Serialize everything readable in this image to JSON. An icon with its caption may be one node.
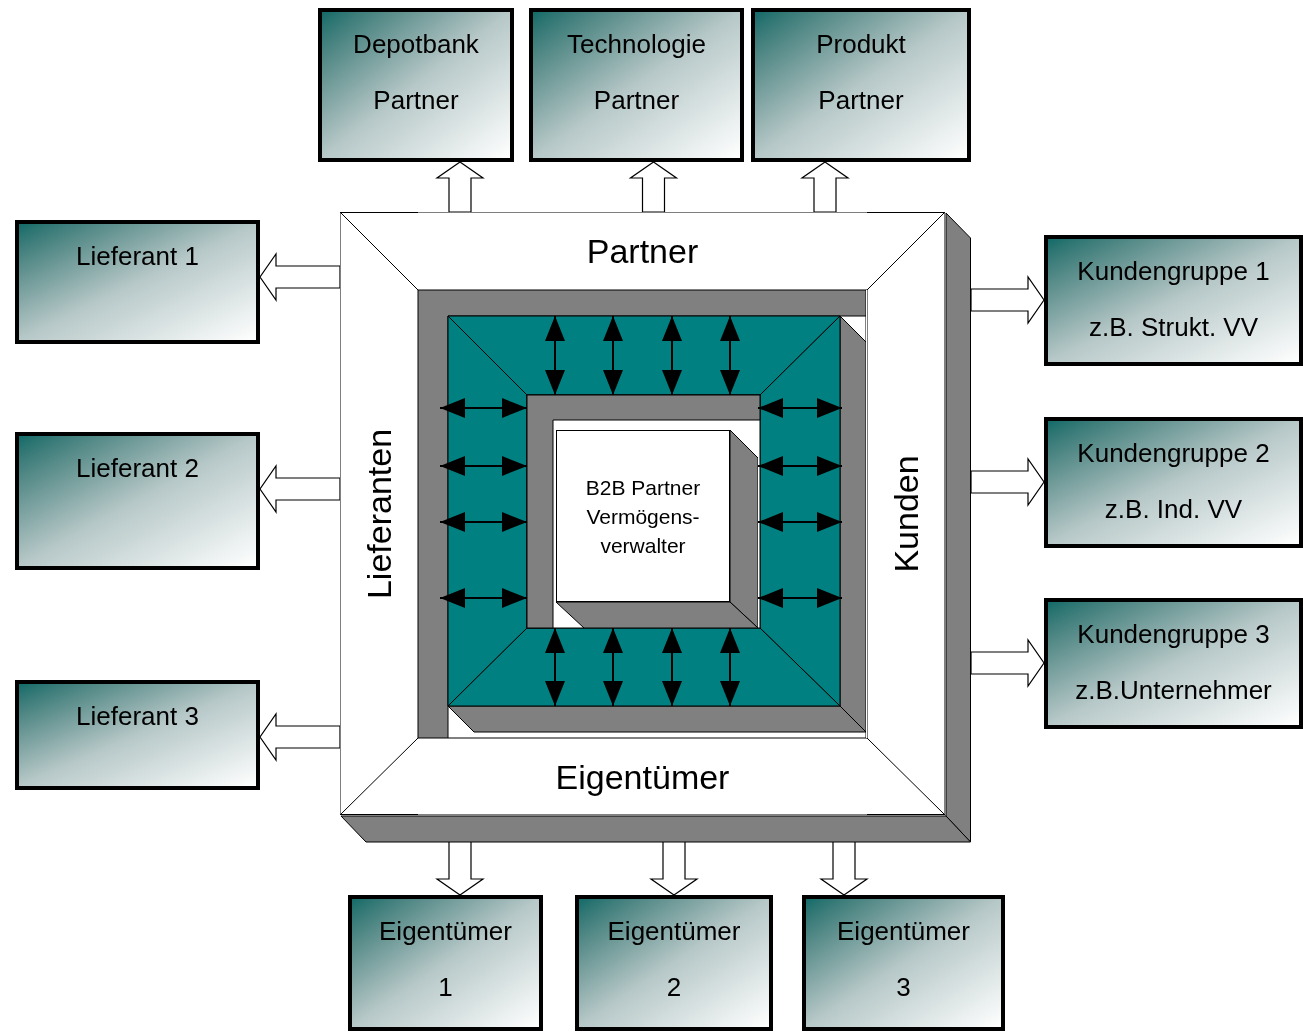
{
  "diagram": {
    "nodes": [
      {
        "text": [],
        "shape": "box"
      },
      {
        "text": [
          "Partner"
        ],
        "in": 0
      },
      {
        "text": [
          "Lieferanten"
        ],
        "in": 0
      },
      {
        "text": [
          "Kunden"
        ],
        "in": 0
      },
      {
        "text": [
          "Eigentümer"
        ],
        "in": 0
      },
      {
        "text": [],
        "shape": "box",
        "in": 0
      },
      {
        "text": [
          "B2B Partner Vermögens- verwalter"
        ],
        "in": 5
      },
      {
        "text": [
          "Depotbank",
          "Partner"
        ]
      },
      {
        "text": [
          "Technologie",
          "Partner"
        ]
      },
      {
        "text": [
          "Produkt",
          "Partner"
        ]
      },
      {
        "text": [
          "Lieferant 1"
        ]
      },
      {
        "text": [
          "Lieferant 2"
        ]
      },
      {
        "text": [
          "Lieferant 3"
        ]
      },
      {
        "text": [
          "Kundengruppe 1",
          "z.B. Strukt. VV"
        ]
      },
      {
        "text": [
          "Kundengruppe 2",
          "z.B. Ind. VV"
        ]
      },
      {
        "text": [
          "Kundengruppe 3",
          "z.B.Unternehmer"
        ]
      },
      {
        "text": [
          "Eigentümer",
          "1"
        ]
      },
      {
        "text": [
          "Eigentümer",
          "2"
        ]
      },
      {
        "text": [
          "Eigentümer",
          "3"
        ]
      }
    ],
    "edges": [
      {
        "from": 1,
        "to": 7,
        "arrow": "to"
      },
      {
        "from": 1,
        "to": 8,
        "arrow": "to"
      },
      {
        "from": 1,
        "to": 9,
        "arrow": "to"
      },
      {
        "from": 2,
        "to": 10,
        "arrow": "to"
      },
      {
        "from": 2,
        "to": 11,
        "arrow": "to"
      },
      {
        "from": 2,
        "to": 12,
        "arrow": "to"
      },
      {
        "from": 3,
        "to": 13,
        "arrow": "to"
      },
      {
        "from": 3,
        "to": 14,
        "arrow": "to"
      },
      {
        "from": 3,
        "to": 15,
        "arrow": "to"
      },
      {
        "from": 4,
        "to": 16,
        "arrow": "to"
      },
      {
        "from": 4,
        "to": 17,
        "arrow": "to"
      },
      {
        "from": 4,
        "to": 18,
        "arrow": "to"
      }
    ]
  }
}
